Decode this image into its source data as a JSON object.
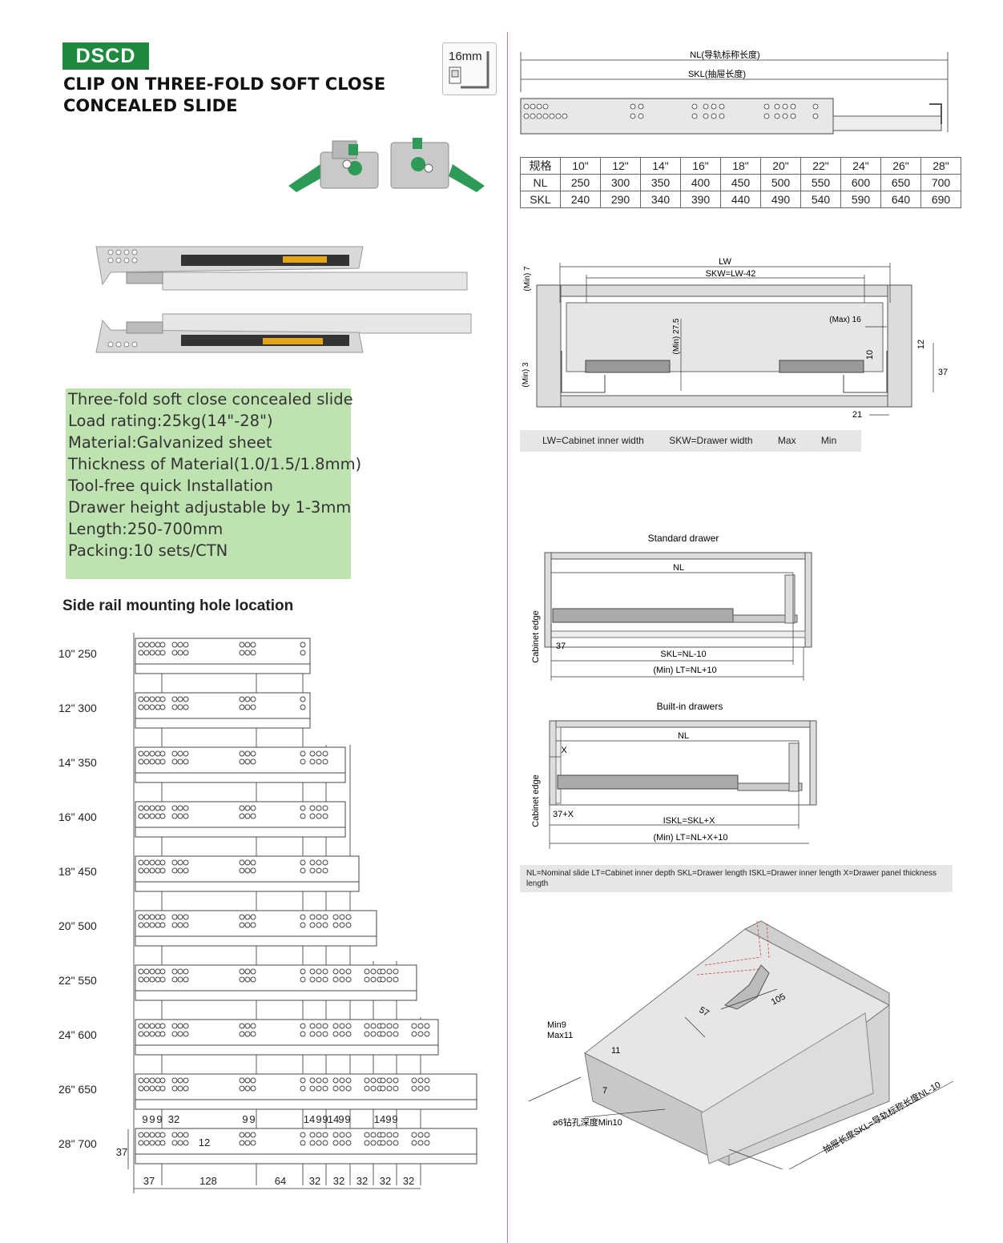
{
  "header": {
    "badge": "DSCD",
    "title_line1": "CLIP ON THREE-FOLD SOFT CLOSE",
    "title_line2": "CONCEALED SLIDE",
    "thickness": "16mm"
  },
  "specs": [
    "Three-fold soft close concealed slide",
    "Load rating:25kg(14\"-28\")",
    "Material:Galvanized sheet",
    "Thickness of Material(1.0/1.5/1.8mm)",
    "Tool-free quick Installation",
    "Drawer height adjustable by 1-3mm",
    "Length:250-700mm",
    "Packing:10 sets/CTN"
  ],
  "side_rail": {
    "heading": "Side rail mounting hole location",
    "rows": [
      {
        "label": "10\"  250"
      },
      {
        "label": "12\"  300"
      },
      {
        "label": "14\"  350"
      },
      {
        "label": "16\"  400"
      },
      {
        "label": "18\"  450"
      },
      {
        "label": "20\"  500"
      },
      {
        "label": "22\"  550"
      },
      {
        "label": "24\"  600"
      },
      {
        "label": "26\"  650"
      },
      {
        "label": "28\"  700"
      }
    ],
    "bottom_dims": [
      "37",
      "128",
      "64",
      "32",
      "32",
      "32",
      "32",
      "32"
    ],
    "top_dims": [
      "9",
      "9",
      "9",
      "32",
      "9",
      "9",
      "14",
      "9",
      "9",
      "14",
      "9",
      "9",
      "14",
      "9",
      "9"
    ],
    "left_dim": "37",
    "right_dim": "12"
  },
  "length_diagram": {
    "nl": "NL(导轨标称长度)",
    "skl": "SKL(抽屉长度)"
  },
  "size_table": {
    "rows": [
      [
        "规格",
        "10\"",
        "12\"",
        "14\"",
        "16\"",
        "18\"",
        "20\"",
        "22\"",
        "24\"",
        "26\"",
        "28\""
      ],
      [
        "NL",
        "250",
        "300",
        "350",
        "400",
        "450",
        "500",
        "550",
        "600",
        "650",
        "700"
      ],
      [
        "SKL",
        "240",
        "290",
        "340",
        "390",
        "440",
        "490",
        "540",
        "590",
        "640",
        "690"
      ]
    ]
  },
  "width_diagram": {
    "lw": "LW",
    "skw": "SKW=LW-42",
    "min7": "(Min) 7",
    "min3": "(Min) 3",
    "min275": "(Min) 27.5",
    "max16": "(Max) 16",
    "d10": "10",
    "d12": "12",
    "d37": "37",
    "d21": "21"
  },
  "legend1": [
    "LW=Cabinet inner width",
    "SKW=Drawer width",
    "Max",
    "Min"
  ],
  "standard_drawer": {
    "title": "Standard drawer",
    "nl": "NL",
    "edge": "Cabinet edge",
    "d37": "37",
    "skl": "SKL=NL-10",
    "lt": "(Min) LT=NL+10"
  },
  "builtin_drawer": {
    "title": "Built-in drawers",
    "nl": "NL",
    "x": "X",
    "edge": "Cabinet edge",
    "d37x": "37+X",
    "iskl": "ISKL=SKL+X",
    "lt": "(Min) LT=NL+X+10"
  },
  "legend2": "NL=Nominal slide   LT=Cabinet inner depth   SKL=Drawer length   ISKL=Drawer inner length   X=Drawer panel thickness length",
  "install": {
    "min9": "Min9",
    "max11": "Max11",
    "d11": "11",
    "d7": "7",
    "d57": "57",
    "d105": "105",
    "drill": "⌀6钻孔深度Min10",
    "skl_cn": "抽屉长度SKL=导轨标称长度NL-10"
  },
  "colors": {
    "brand_green": "#1f8a3f",
    "spec_bg": "#bfe3b0",
    "clip_green": "#2e9a58",
    "divider": "#d87a7a"
  }
}
